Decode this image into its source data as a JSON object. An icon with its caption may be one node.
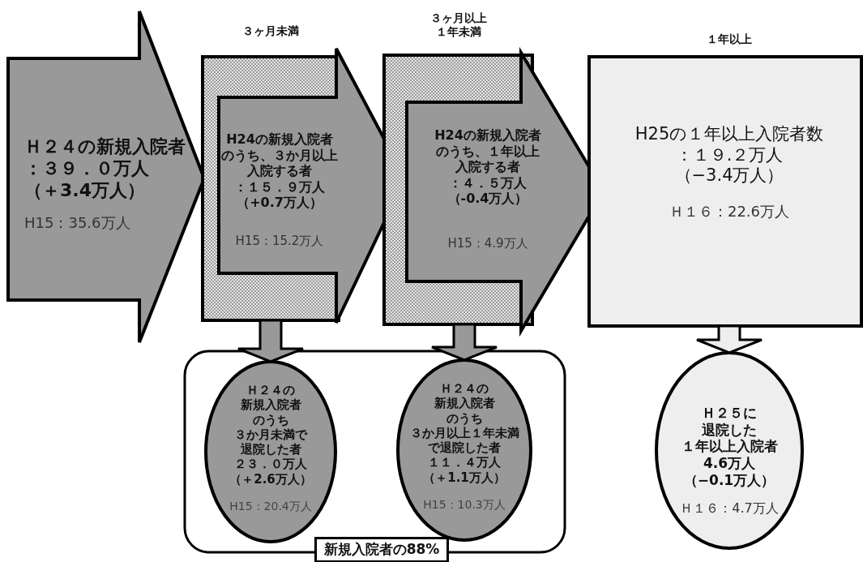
{
  "diagram": {
    "nodes": [
      {
        "text": [
          "Ｈ２４の新規入院者：３９．０万人（＋3.4万人）",
          "H15：35.6万人"
        ]
      },
      {
        "text": [
          "３ヶ月未満",
          "H24の新規入院者のうち、３か月以上入院する者：１５．９万人（+0.7万人）",
          "H15：15.2万人"
        ]
      },
      {
        "text": [
          "３ヶ月以上１年未満",
          "H24の新規入院者のうち、１年以上入院する者：４．５万人（-0.4万人）",
          "H15：4.9万人"
        ]
      },
      {
        "text": [
          "１年以上",
          "H25の１年以上入院者数：１９.２万人（−3.4万人）",
          "Ｈ１６：22.6万人"
        ]
      },
      {
        "text": [
          "新規入院者の88%"
        ]
      },
      {
        "text": [
          "Ｈ２４の新規入院者のうち３か月未満で退院した者２３．０万人（＋2.6万人）",
          "H15：20.4万人"
        ],
        "in": 4
      },
      {
        "text": [
          "Ｈ２４の新規入院者のうち３か月以上１年未満で退院した者１１．４万人（＋1.1万人）",
          "H15：10.3万人"
        ],
        "in": 4
      },
      {
        "text": [
          "Ｈ２５に退院した１年以上入院者4.6万人（−0.1万人）",
          "Ｈ１６：4.7万人"
        ]
      }
    ],
    "edges": [
      {
        "from": 1,
        "to": 5,
        "arrow": "to"
      },
      {
        "from": 2,
        "to": 6,
        "arrow": "to"
      },
      {
        "from": 3,
        "to": 7,
        "arrow": "to"
      }
    ]
  }
}
